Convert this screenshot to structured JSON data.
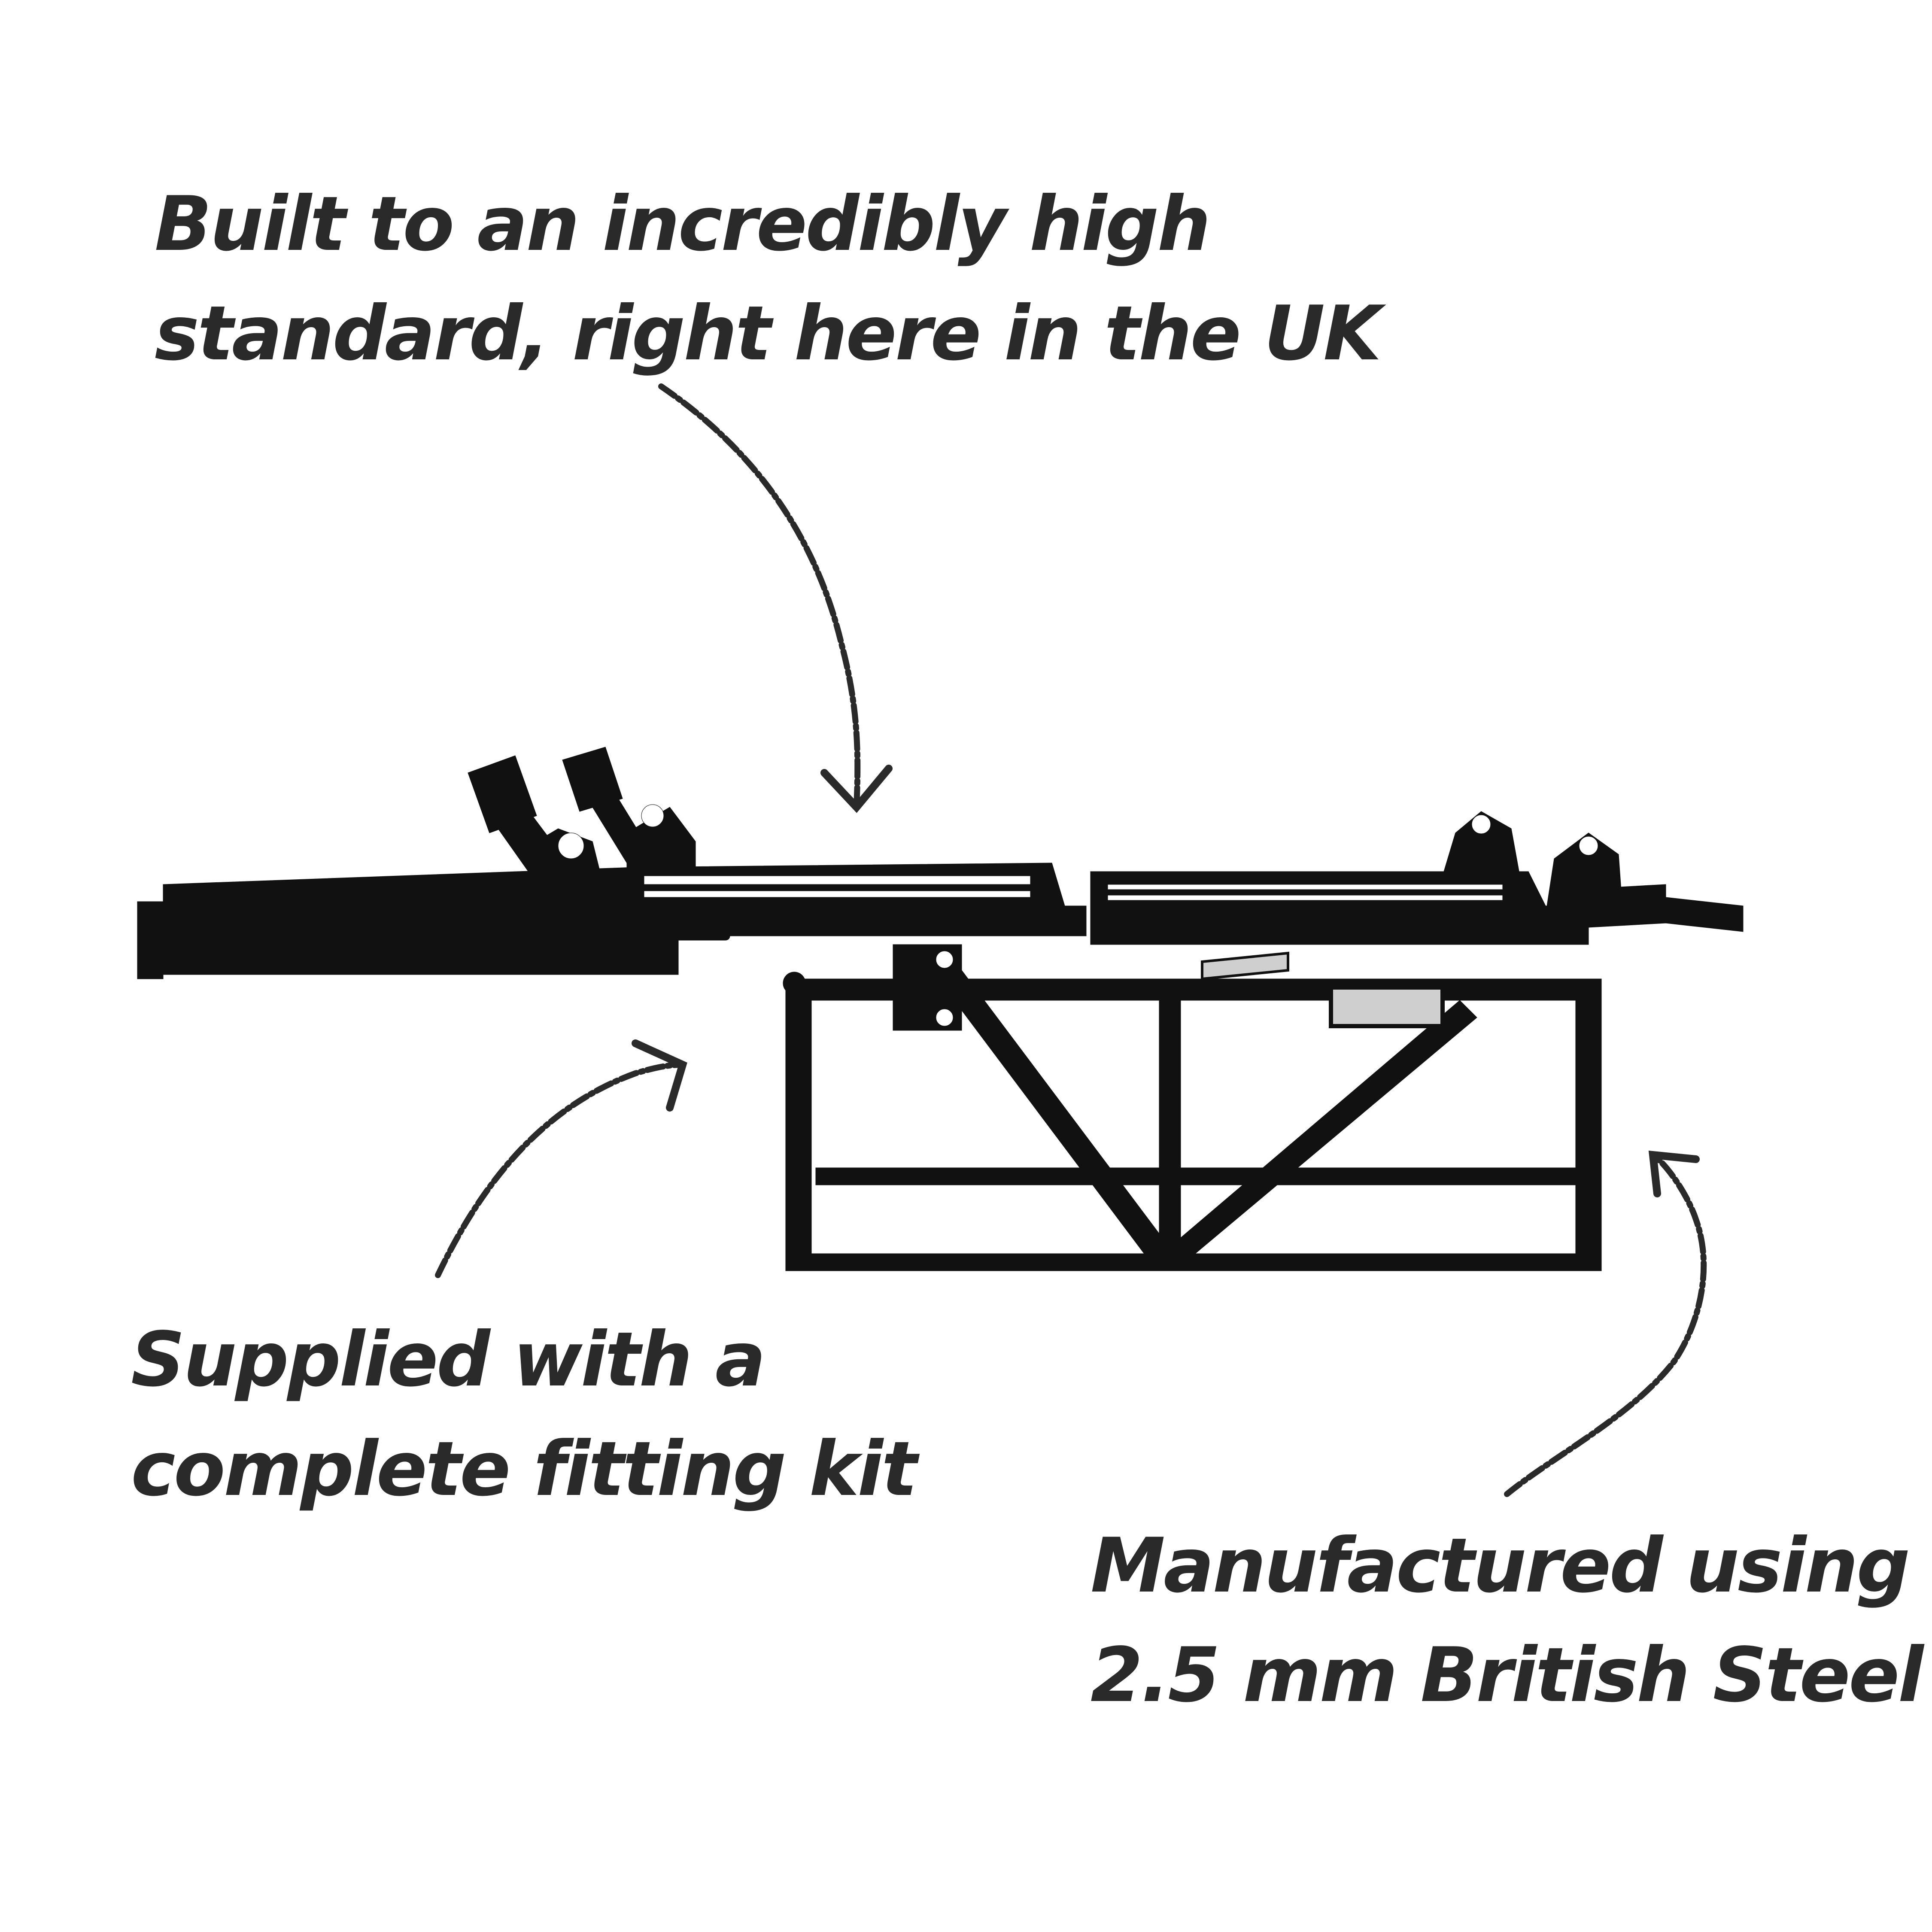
{
  "captions": {
    "top": {
      "line1": "Built to an incredibly high",
      "line2": "standard, right here in the UK"
    },
    "left": {
      "line1": "Supplied with a",
      "line2": "complete fitting kit"
    },
    "right": {
      "line1": "Manufactured using",
      "line2": "2.5 mm British Steel"
    }
  },
  "illustration": {
    "subject": "steel bed frame with actuator base",
    "style": "black silhouette on white"
  },
  "colors": {
    "background": "#ffffff",
    "text": "#2a2a2a",
    "frame": "#111111",
    "arrow": "#2a2a2a"
  }
}
